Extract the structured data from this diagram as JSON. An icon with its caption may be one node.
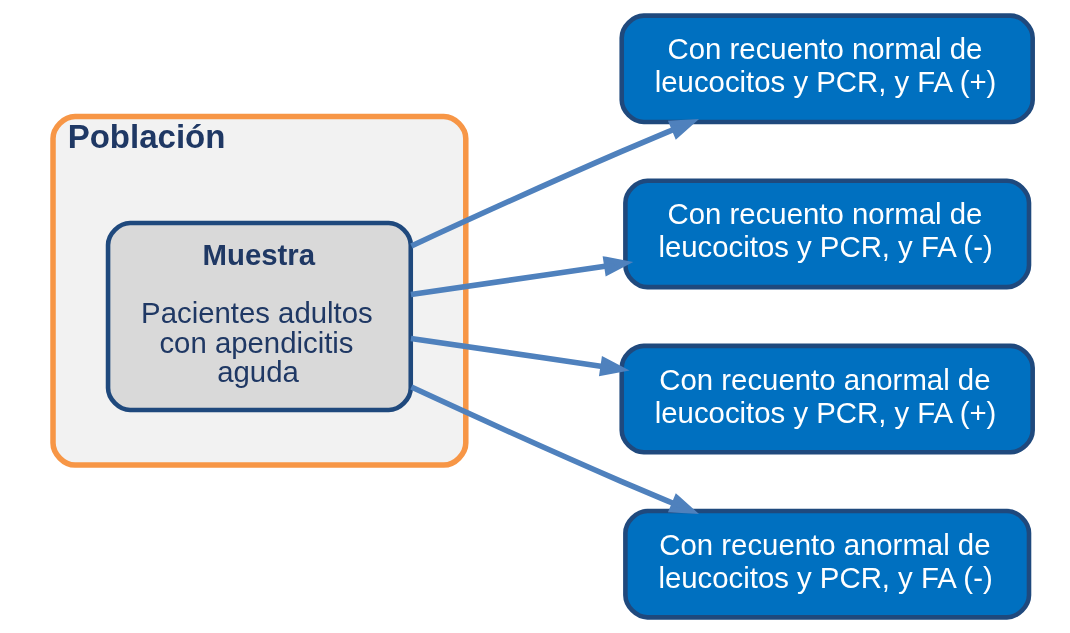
{
  "diagram": {
    "nodes": [
      {
        "text": [
          "Población"
        ]
      },
      {
        "text": [
          "Muestra",
          "Pacientes adultos con apendicitis aguda"
        ],
        "in": 0
      },
      {
        "text": [
          "Con recuento normal de leucocitos y PCR, y FA (+)"
        ]
      },
      {
        "text": [
          "Con recuento normal de leucocitos y PCR, y FA (-)"
        ]
      },
      {
        "text": [
          "Con recuento anormal de leucocitos y PCR, y FA (+)"
        ]
      },
      {
        "text": [
          "Con recuento anormal de leucocitos y PCR, y FA (-)"
        ]
      }
    ],
    "edges": [
      {
        "from": 1,
        "to": 2,
        "arrow": "to"
      },
      {
        "from": 1,
        "to": 3,
        "arrow": "to"
      },
      {
        "from": 1,
        "to": 4,
        "arrow": "to"
      },
      {
        "from": 1,
        "to": 5,
        "arrow": "to"
      }
    ]
  }
}
